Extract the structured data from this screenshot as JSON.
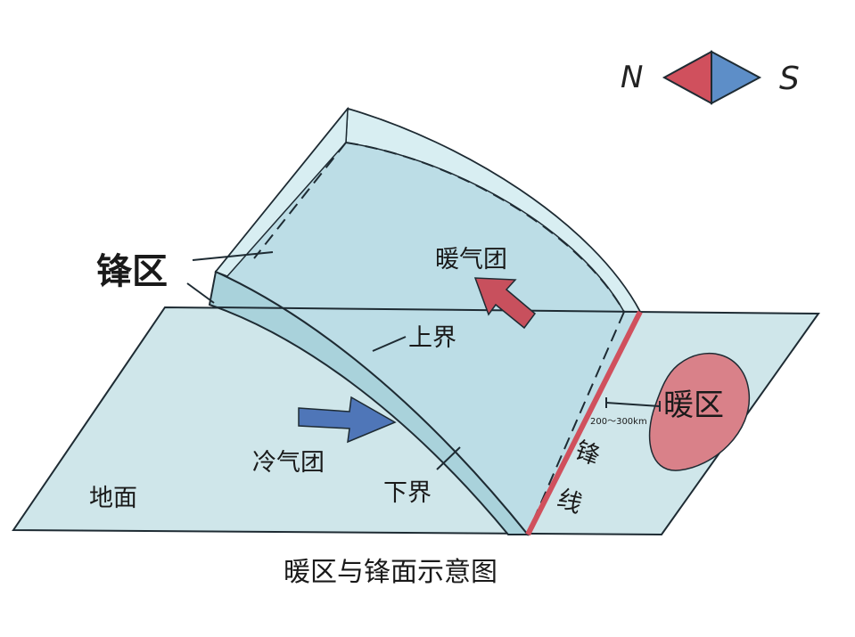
{
  "caption": "暖区与锋面示意图",
  "labels": {
    "front_zone": "锋区",
    "warm_air_mass": "暖气团",
    "upper_boundary": "上界",
    "cold_air_mass": "冷气团",
    "lower_boundary": "下界",
    "ground": "地面",
    "front_line_1": "锋",
    "front_line_2": "线",
    "warm_sector": "暖区",
    "distance": "200～300km"
  },
  "compass": {
    "north": "N",
    "south": "S"
  },
  "colors": {
    "ground_fill": "#cfe6ea",
    "front_fill": "#bcdde6",
    "front_top": "#d8eef2",
    "outline": "#1e2b33",
    "front_line": "#d0505d",
    "warm_zone": "#d98189",
    "warm_arrow": "#c8505d",
    "cold_arrow": "#4f76b8",
    "compass_north": "#d0505d",
    "compass_south": "#5d8ec8"
  },
  "icons": {
    "warm_arrow": "arrow-northwest",
    "cold_arrow": "arrow-east",
    "compass": "diamond-compass"
  }
}
